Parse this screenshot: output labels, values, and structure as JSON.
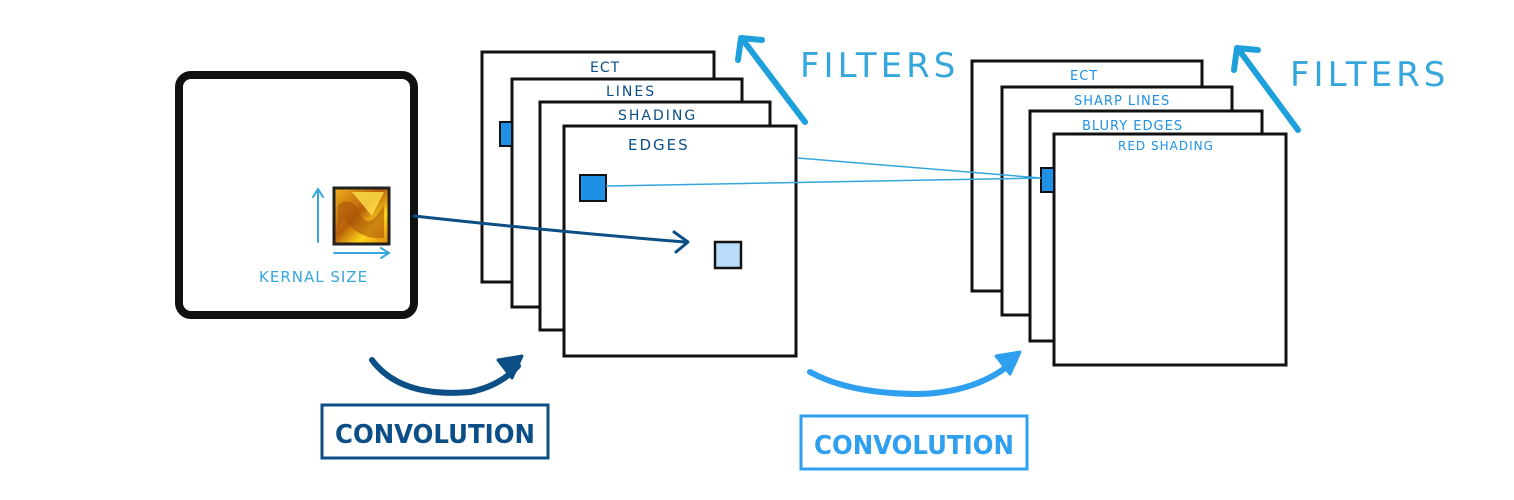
{
  "input": {
    "kernel_label": "KERNAL SIZE"
  },
  "layer1": {
    "filters_label": "FILTERS",
    "feature_maps": [
      "ECT",
      "LINES",
      "SHADING",
      "EDGES"
    ],
    "convolution_label": "CONVOLUTION"
  },
  "layer2": {
    "filters_label": "FILTERS",
    "feature_maps": [
      "ECT",
      "SHARP LINES",
      "BLURY EDGES",
      "RED SHADING"
    ],
    "convolution_label": "CONVOLUTION"
  },
  "colors": {
    "dark_blue": "#0b4f86",
    "mid_blue": "#1e90e6",
    "light_blue": "#35a7dc",
    "pale_blue": "#b9dcfb",
    "frame_black": "#111111",
    "kernel_orange": "#e39a0c",
    "kernel_yellow": "#ffd21a"
  }
}
